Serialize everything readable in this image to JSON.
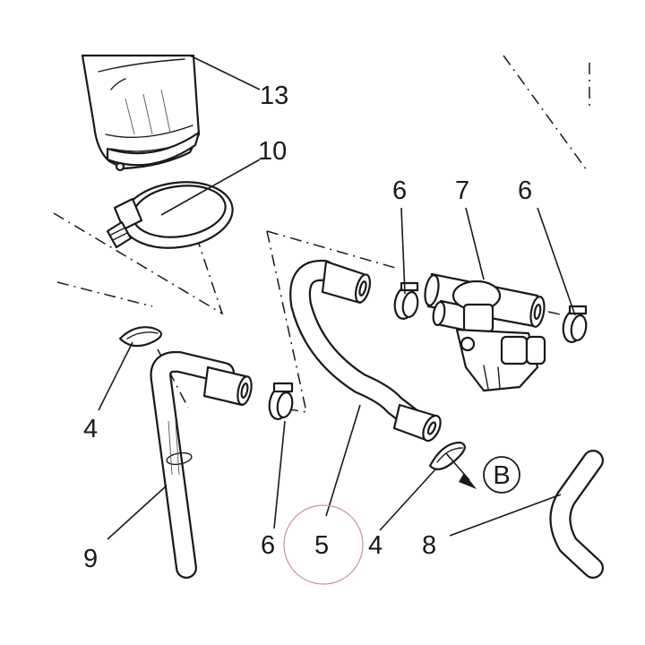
{
  "callouts": [
    {
      "id": "13",
      "label": "13"
    },
    {
      "id": "10",
      "label": "10"
    },
    {
      "id": "6a",
      "label": "6"
    },
    {
      "id": "7",
      "label": "7"
    },
    {
      "id": "6b",
      "label": "6"
    },
    {
      "id": "4a",
      "label": "4"
    },
    {
      "id": "9",
      "label": "9"
    },
    {
      "id": "6c",
      "label": "6"
    },
    {
      "id": "5",
      "label": "5"
    },
    {
      "id": "4b",
      "label": "4"
    },
    {
      "id": "8",
      "label": "8"
    }
  ],
  "reference_marker": {
    "label": "B"
  },
  "colors": {
    "line": "#1a1a1a",
    "highlight_circle": "#c9909a",
    "background": "#ffffff"
  }
}
